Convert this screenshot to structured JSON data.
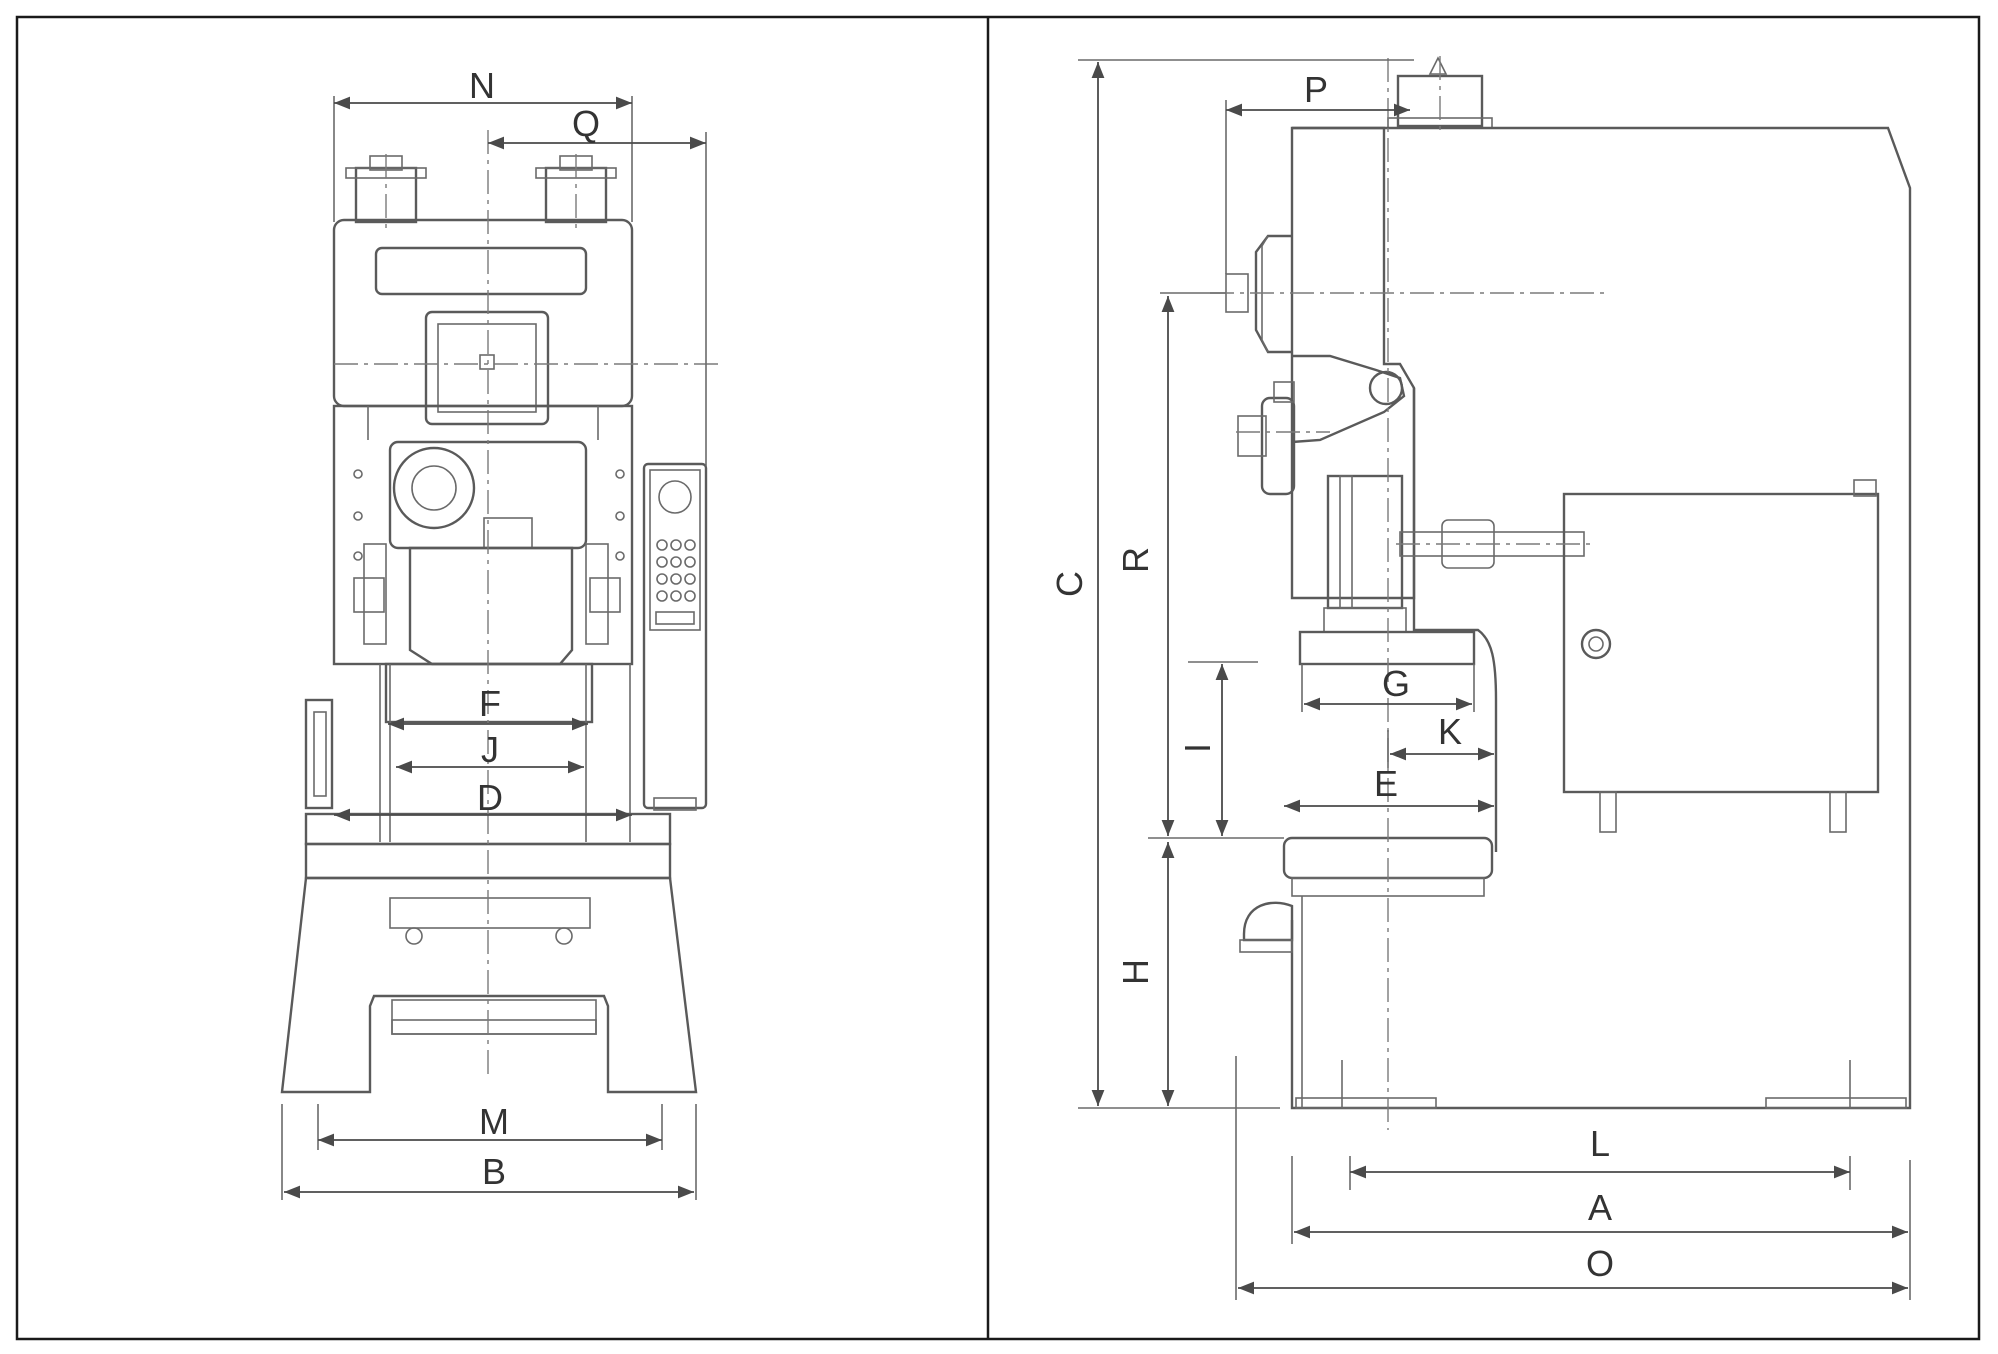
{
  "panels": {
    "front_view": {
      "labels": {
        "N": "N",
        "Q": "Q",
        "F": "F",
        "J": "J",
        "D": "D",
        "M": "M",
        "B": "B"
      }
    },
    "side_view": {
      "labels": {
        "P": "P",
        "C": "C",
        "R": "R",
        "G": "G",
        "K": "K",
        "I": "I",
        "E": "E",
        "H": "H",
        "L": "L",
        "A": "A",
        "O": "O"
      }
    }
  },
  "colors": {
    "line": "#5a5a5a",
    "border": "#1a1a1a",
    "text": "#333333",
    "background": "#ffffff"
  }
}
